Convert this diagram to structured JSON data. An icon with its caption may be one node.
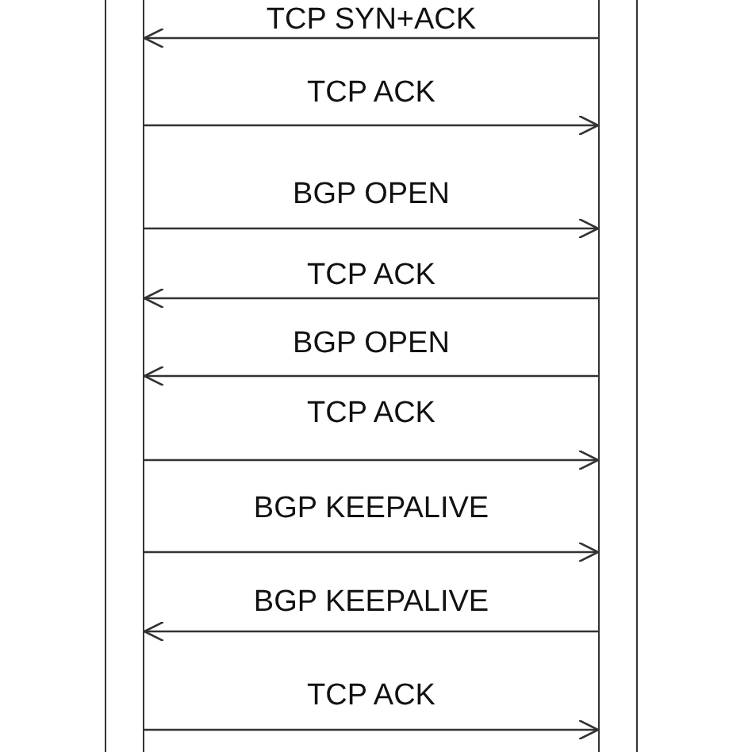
{
  "diagram": {
    "nodes": [
      {
        "text": [],
        "shape": "bar"
      },
      {
        "text": [],
        "shape": "bar"
      }
    ],
    "edges": [
      {
        "from": 1,
        "to": 0,
        "arrow": "to",
        "label": "TCP SYN+ACK"
      },
      {
        "from": 0,
        "to": 1,
        "arrow": "to",
        "label": "TCP ACK"
      },
      {
        "from": 0,
        "to": 1,
        "arrow": "to",
        "label": "BGP OPEN"
      },
      {
        "from": 1,
        "to": 0,
        "arrow": "to",
        "label": "TCP ACK"
      },
      {
        "from": 1,
        "to": 0,
        "arrow": "to",
        "label": "BGP OPEN"
      },
      {
        "from": 0,
        "to": 1,
        "arrow": "to",
        "label": "TCP ACK"
      },
      {
        "from": 0,
        "to": 1,
        "arrow": "to",
        "label": "BGP KEEPALIVE"
      },
      {
        "from": 1,
        "to": 0,
        "arrow": "to",
        "label": "BGP KEEPALIVE"
      },
      {
        "from": 0,
        "to": 1,
        "arrow": "to",
        "label": "TCP ACK"
      }
    ]
  }
}
